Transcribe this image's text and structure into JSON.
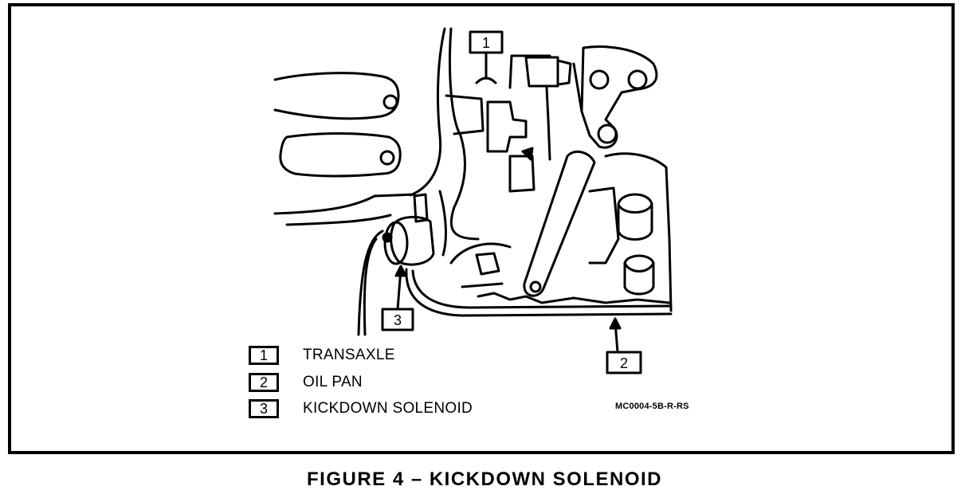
{
  "callouts": [
    "1",
    "2",
    "3"
  ],
  "legend": [
    {
      "number": "1",
      "label": "TRANSAXLE"
    },
    {
      "number": "2",
      "label": "OIL PAN"
    },
    {
      "number": "3",
      "label": "KICKDOWN SOLENOID"
    }
  ],
  "figure_code": "MC0004-5B-R-RS",
  "caption": "FIGURE 4 – KICKDOWN SOLENOID"
}
